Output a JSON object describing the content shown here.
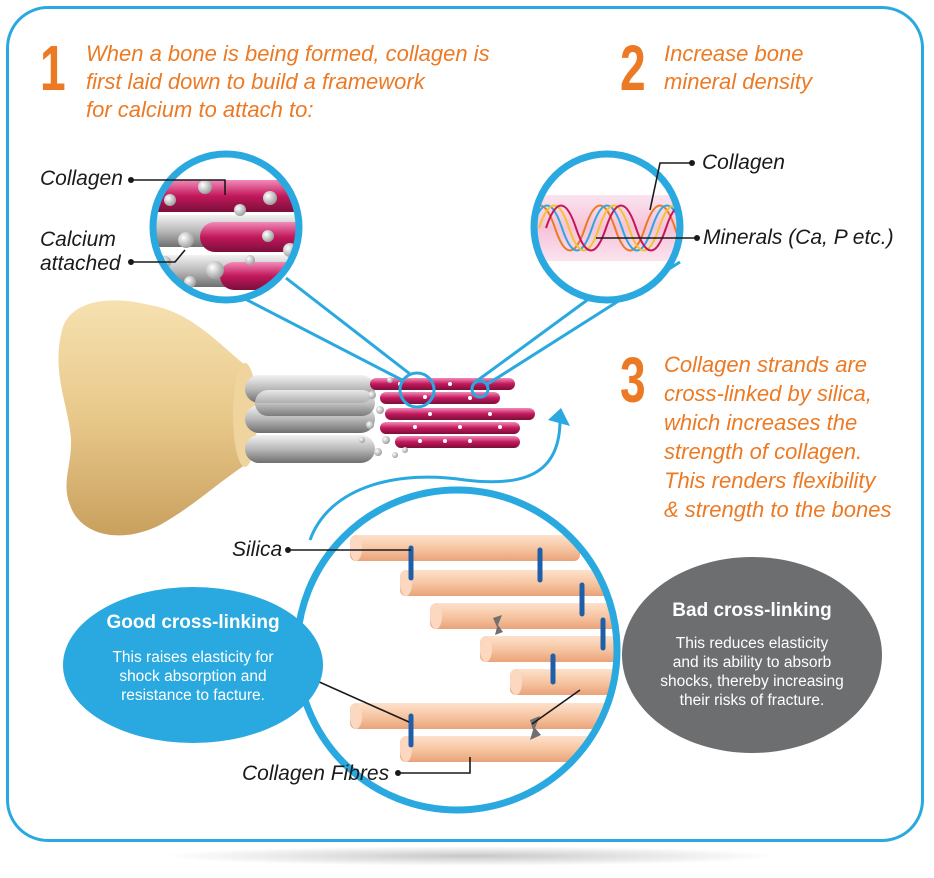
{
  "steps": [
    {
      "number": "1",
      "text": "When a bone is being formed, collagen is\nfirst laid down to build a framework\nfor calcium to attach to:"
    },
    {
      "number": "2",
      "text": "Increase bone\nmineral density"
    },
    {
      "number": "3",
      "text": "Collagen strands are\ncross-linked by silica,\nwhich increases the\nstrength of collagen.\nThis renders flexibility\n& strength to the bones"
    }
  ],
  "labels": {
    "collagen_left": "Collagen",
    "calcium_attached": "Calcium\nattached",
    "collagen_right": "Collagen",
    "minerals": "Minerals (Ca, P etc.)",
    "silica": "Silica",
    "collagen_fibres": "Collagen Fibres"
  },
  "good_crosslinking": {
    "title": "Good cross-linking",
    "body": "This raises elasticity for\nshock absorption and\nresistance to facture."
  },
  "bad_crosslinking": {
    "title": "Bad cross-linking",
    "body": "This reduces elasticity\nand its ability to absorb\nshocks, thereby increasing\ntheir risks of fracture."
  },
  "colors": {
    "accent_orange": "#ec7a24",
    "frame_blue": "#29a9df",
    "good_bubble": "#29a9df",
    "bad_bubble": "#6d6e70",
    "collagen_pink": "#c2185b",
    "fibre_peach": "#f7c6a3",
    "silica_blue": "#1f5fa8"
  }
}
